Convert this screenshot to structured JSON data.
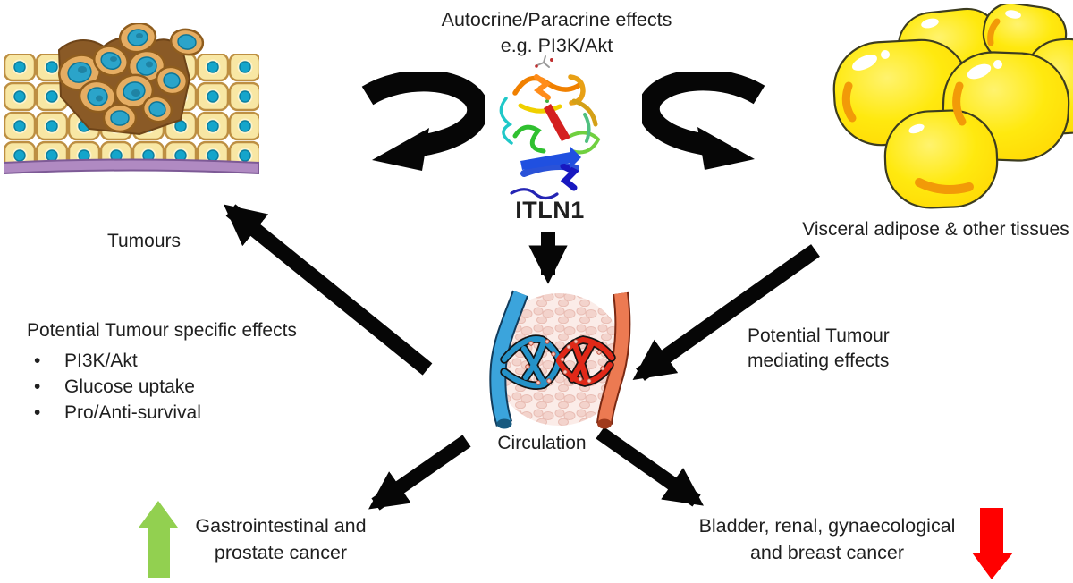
{
  "diagram": {
    "autocrine": {
      "line1": "Autocrine/Paracrine effects",
      "line2": "e.g. PI3K/Akt"
    },
    "protein_label": "ITLN1",
    "tumours_label": "Tumours",
    "adipose_label": "Visceral adipose & other tissues",
    "circulation_label": "Circulation",
    "tumour_specific": {
      "title": "Potential Tumour specific effects",
      "bullet": "•",
      "bullets": [
        "PI3K/Akt",
        "Glucose uptake",
        "Pro/Anti-survival"
      ]
    },
    "tumour_mediating": {
      "line1": "Potential Tumour",
      "line2": "mediating effects"
    },
    "outcome_increase": {
      "line1": "Gastrointestinal and",
      "line2": "prostate cancer",
      "direction": "up",
      "arrow_color": "#92d050"
    },
    "outcome_decrease": {
      "line1": "Bladder, renal, gynaecological",
      "line2": "and breast cancer",
      "direction": "down",
      "arrow_color": "#ff0000"
    },
    "colors": {
      "connector_arrow": "#060606",
      "tissue_cell": "#f8e7a4",
      "tissue_nucleus": "#14a5cb",
      "tumour_cell": "#e5ad63",
      "adipose_yellow": "#ffe90f",
      "vessel_blue": "#3ba4dc",
      "vessel_red": "#ec7a52"
    }
  }
}
